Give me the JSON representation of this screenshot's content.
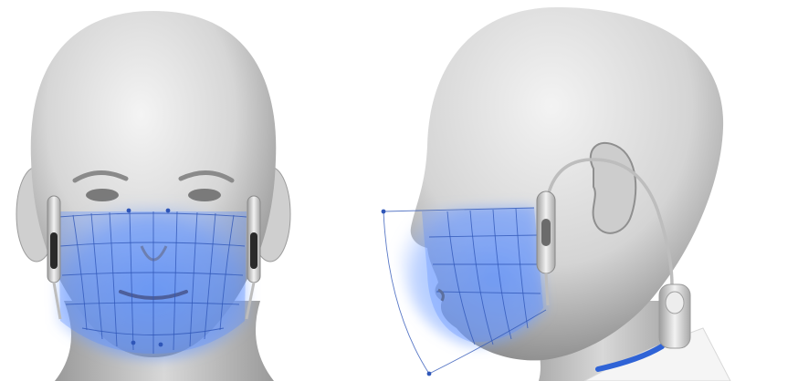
{
  "scene": {
    "background": "#ffffff",
    "panels": [
      {
        "name": "front-view",
        "subject": "head-front"
      },
      {
        "name": "side-view",
        "subject": "head-profile"
      }
    ],
    "colors": {
      "skin_light": "#e9e9e9",
      "skin_mid": "#c8c8c8",
      "skin_dark": "#8e8e8e",
      "field_blue": "#4d86ff",
      "mesh_line": "#2f56b8",
      "device_silver": "#d9d9d9",
      "device_dark": "#2a2a2a",
      "cable_blue": "#2f63d6",
      "collar_white": "#f7f7f7"
    },
    "icons": [
      "earpiece-device-left",
      "earpiece-device-right",
      "earpiece-device-profile",
      "neck-module"
    ]
  }
}
